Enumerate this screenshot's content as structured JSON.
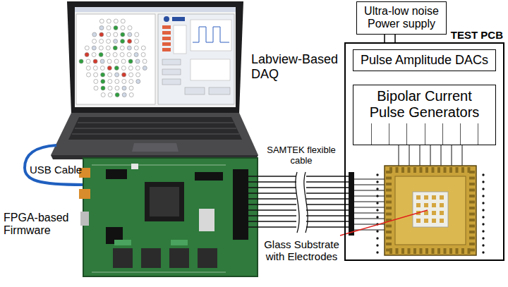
{
  "diagram": {
    "nodes": [
      {
        "text": [
          "Ultra-low noise Power supply"
        ]
      },
      {
        "text": [
          "TEST PCB"
        ]
      },
      {
        "text": [
          "Pulse Amplitude DACs"
        ],
        "in": 1
      },
      {
        "text": [
          "Bipolar Current Pulse Generators"
        ],
        "in": 1
      }
    ],
    "edges": [
      {
        "from": 0,
        "to": 1,
        "arrow": "none"
      }
    ],
    "labels": [
      "Labview-Based DAQ",
      "USB Cable",
      "FPGA-based Firmware",
      "SAMTEK flexible cable",
      "Glass Substrate with Electrodes"
    ]
  }
}
